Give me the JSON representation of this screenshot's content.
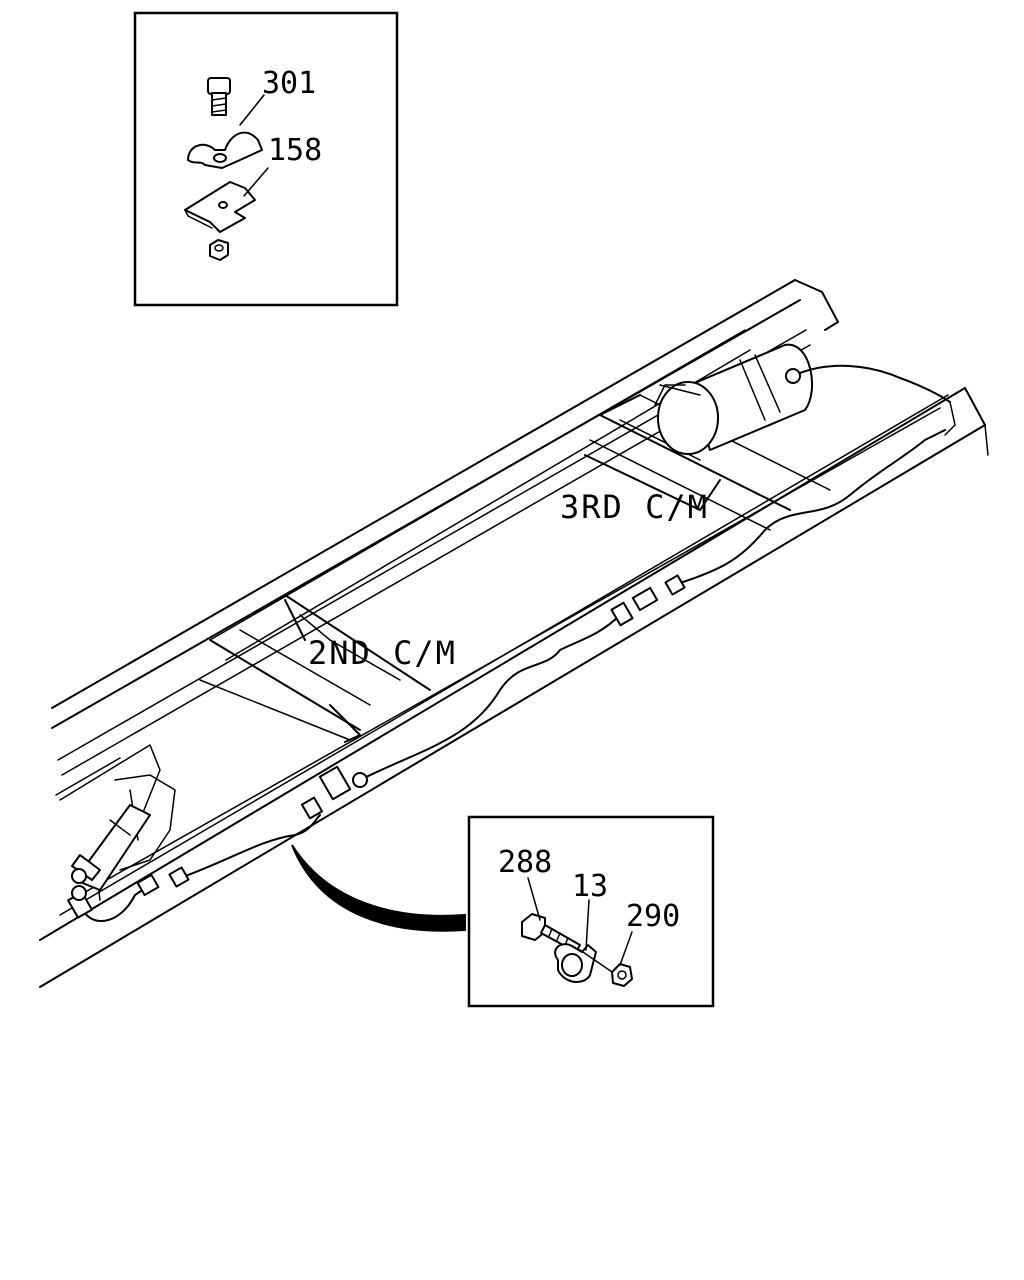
{
  "callouts": {
    "top_inset": {
      "bolt_label": "301",
      "bracket_label": "158"
    },
    "bottom_inset": {
      "bolt_label": "288",
      "clip_label": "13",
      "nut_label": "290"
    }
  },
  "frame_labels": {
    "third_crossmember": "3RD C/M",
    "second_crossmember": "2ND C/M"
  }
}
